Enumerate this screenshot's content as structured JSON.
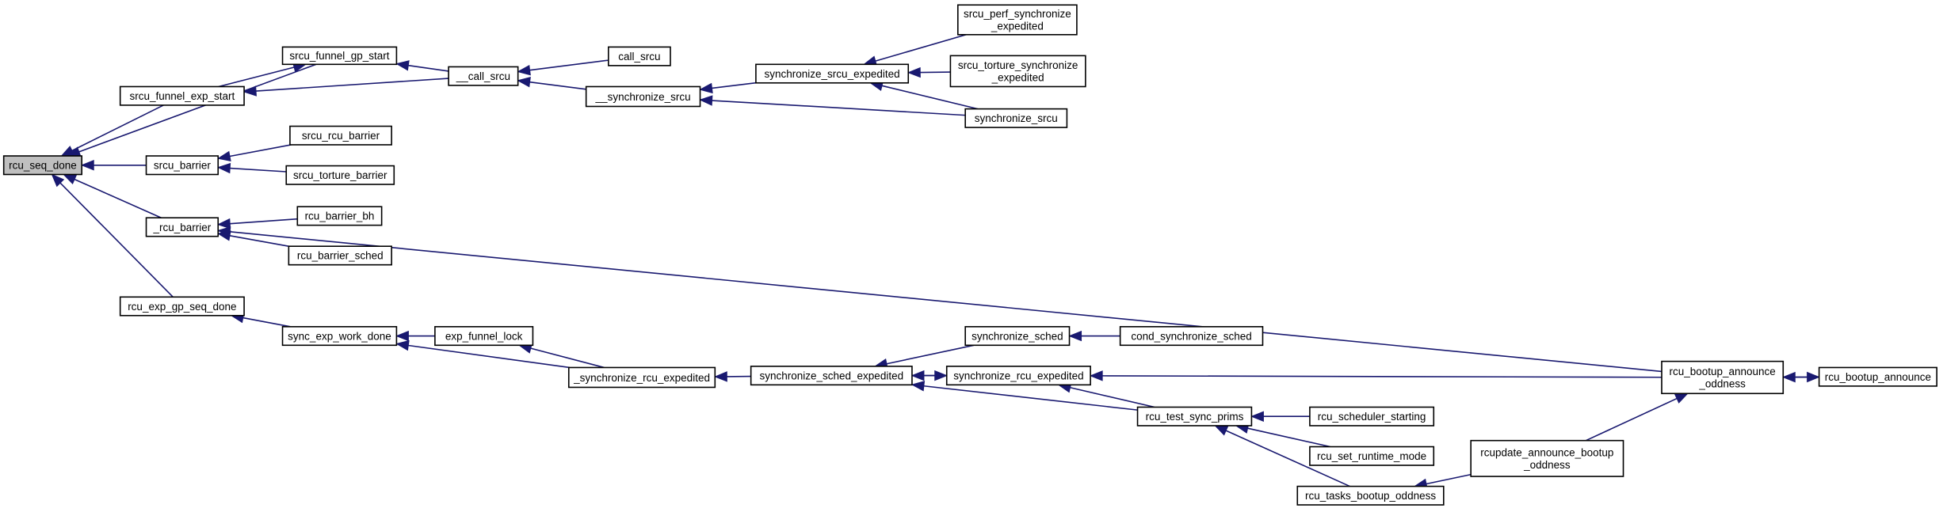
{
  "colors": {
    "edge": "#191970",
    "root_fill": "#bfbfbf",
    "node_fill": "#ffffff"
  },
  "nodes": {
    "rcu_seq_done": [
      "rcu_seq_done"
    ],
    "srcu_funnel_gp_start": [
      "srcu_funnel_gp_start"
    ],
    "srcu_funnel_exp_start": [
      "srcu_funnel_exp_start"
    ],
    "call_srcu_internal": [
      "__call_srcu"
    ],
    "call_srcu": [
      "call_srcu"
    ],
    "synchronize_srcu_internal": [
      "__synchronize_srcu"
    ],
    "synchronize_srcu_expedited": [
      "synchronize_srcu_expedited"
    ],
    "srcu_perf_synchronize_expedited": [
      "srcu_perf_synchronize",
      "_expedited"
    ],
    "srcu_torture_synchronize_expedited": [
      "srcu_torture_synchronize",
      "_expedited"
    ],
    "synchronize_srcu": [
      "synchronize_srcu"
    ],
    "srcu_barrier": [
      "srcu_barrier"
    ],
    "srcu_rcu_barrier": [
      "srcu_rcu_barrier"
    ],
    "srcu_torture_barrier": [
      "srcu_torture_barrier"
    ],
    "rcu_barrier_internal": [
      "_rcu_barrier"
    ],
    "rcu_barrier_bh": [
      "rcu_barrier_bh"
    ],
    "rcu_barrier_sched": [
      "rcu_barrier_sched"
    ],
    "rcu_exp_gp_seq_done": [
      "rcu_exp_gp_seq_done"
    ],
    "sync_exp_work_done": [
      "sync_exp_work_done"
    ],
    "exp_funnel_lock": [
      "exp_funnel_lock"
    ],
    "synchronize_rcu_expedited_internal": [
      "_synchronize_rcu_expedited"
    ],
    "synchronize_sched_expedited": [
      "synchronize_sched_expedited"
    ],
    "synchronize_sched": [
      "synchronize_sched"
    ],
    "cond_synchronize_sched": [
      "cond_synchronize_sched"
    ],
    "synchronize_rcu_expedited": [
      "synchronize_rcu_expedited"
    ],
    "rcu_test_sync_prims": [
      "rcu_test_sync_prims"
    ],
    "rcu_scheduler_starting": [
      "rcu_scheduler_starting"
    ],
    "rcu_set_runtime_mode": [
      "rcu_set_runtime_mode"
    ],
    "rcu_tasks_bootup_oddness": [
      "rcu_tasks_bootup_oddness"
    ],
    "rcupdate_announce_bootup_oddness": [
      "rcupdate_announce_bootup",
      "_oddness"
    ],
    "rcu_bootup_announce_oddness": [
      "rcu_bootup_announce",
      "_oddness"
    ],
    "rcu_bootup_announce": [
      "rcu_bootup_announce"
    ]
  },
  "edges": [
    [
      "srcu_funnel_gp_start",
      "rcu_seq_done"
    ],
    [
      "srcu_funnel_exp_start",
      "rcu_seq_done"
    ],
    [
      "srcu_barrier",
      "rcu_seq_done"
    ],
    [
      "rcu_barrier_internal",
      "rcu_seq_done"
    ],
    [
      "rcu_exp_gp_seq_done",
      "rcu_seq_done"
    ],
    [
      "srcu_funnel_exp_start",
      "srcu_funnel_gp_start"
    ],
    [
      "call_srcu_internal",
      "srcu_funnel_gp_start"
    ],
    [
      "call_srcu_internal",
      "srcu_funnel_exp_start"
    ],
    [
      "call_srcu",
      "call_srcu_internal"
    ],
    [
      "synchronize_srcu_internal",
      "call_srcu_internal"
    ],
    [
      "synchronize_srcu_expedited",
      "synchronize_srcu_internal"
    ],
    [
      "synchronize_srcu",
      "synchronize_srcu_internal"
    ],
    [
      "srcu_perf_synchronize_expedited",
      "synchronize_srcu_expedited"
    ],
    [
      "srcu_torture_synchronize_expedited",
      "synchronize_srcu_expedited"
    ],
    [
      "synchronize_srcu",
      "synchronize_srcu_expedited"
    ],
    [
      "srcu_rcu_barrier",
      "srcu_barrier"
    ],
    [
      "srcu_torture_barrier",
      "srcu_barrier"
    ],
    [
      "rcu_barrier_bh",
      "rcu_barrier_internal"
    ],
    [
      "rcu_barrier_sched",
      "rcu_barrier_internal"
    ],
    [
      "rcu_bootup_announce_oddness",
      "rcu_barrier_internal"
    ],
    [
      "sync_exp_work_done",
      "rcu_exp_gp_seq_done"
    ],
    [
      "exp_funnel_lock",
      "sync_exp_work_done"
    ],
    [
      "synchronize_rcu_expedited_internal",
      "sync_exp_work_done"
    ],
    [
      "synchronize_rcu_expedited_internal",
      "exp_funnel_lock"
    ],
    [
      "synchronize_sched_expedited",
      "synchronize_rcu_expedited_internal"
    ],
    [
      "synchronize_sched",
      "synchronize_sched_expedited"
    ],
    [
      "synchronize_rcu_expedited",
      "synchronize_sched_expedited"
    ],
    [
      "rcu_test_sync_prims",
      "synchronize_sched_expedited"
    ],
    [
      "cond_synchronize_sched",
      "synchronize_sched"
    ],
    [
      "synchronize_sched_expedited",
      "synchronize_rcu_expedited"
    ],
    [
      "rcu_test_sync_prims",
      "synchronize_rcu_expedited"
    ],
    [
      "rcu_bootup_announce_oddness",
      "synchronize_rcu_expedited"
    ],
    [
      "rcu_scheduler_starting",
      "rcu_test_sync_prims"
    ],
    [
      "rcu_set_runtime_mode",
      "rcu_test_sync_prims"
    ],
    [
      "rcu_tasks_bootup_oddness",
      "rcu_test_sync_prims"
    ],
    [
      "rcupdate_announce_bootup_oddness",
      "rcu_tasks_bootup_oddness"
    ],
    [
      "rcupdate_announce_bootup_oddness",
      "rcu_bootup_announce_oddness"
    ],
    [
      "rcu_bootup_announce",
      "rcu_bootup_announce_oddness"
    ],
    [
      "rcu_bootup_announce_oddness",
      "rcu_bootup_announce"
    ]
  ]
}
